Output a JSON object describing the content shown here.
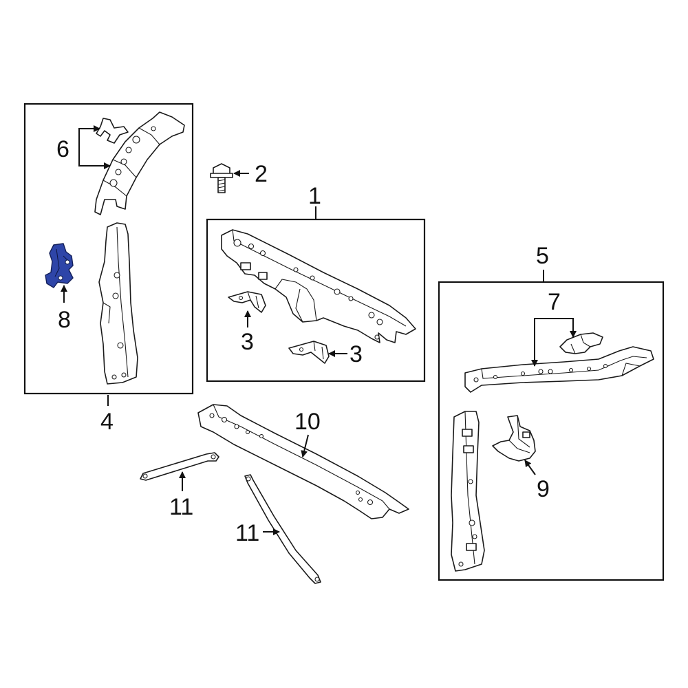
{
  "callouts": {
    "c1": "1",
    "c2": "2",
    "c3a": "3",
    "c3b": "3",
    "c4": "4",
    "c5": "5",
    "c6": "6",
    "c7": "7",
    "c8": "8",
    "c9": "9",
    "c10": "10",
    "c11a": "11",
    "c11b": "11"
  },
  "colors": {
    "highlight_part": "#2e45a8",
    "line": "#1a1a1a",
    "background": "#ffffff"
  }
}
